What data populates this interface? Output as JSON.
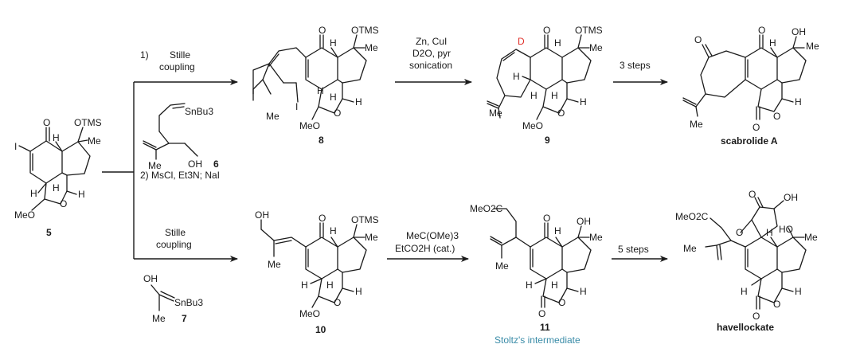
{
  "colors": {
    "ink": "#1a1a1a",
    "deuterium": "#e0312b",
    "note": "#3a8ca8"
  },
  "compounds": {
    "c5": {
      "label": "5",
      "atoms": {
        "iodo": "I",
        "keto": "O",
        "h1": "H",
        "otms": "OTMS",
        "me": "Me",
        "h2": "H",
        "h3": "H",
        "h4": "H",
        "o": "O",
        "meo": "MeO"
      }
    },
    "c6": {
      "label": "6",
      "atoms": {
        "snbu3": "SnBu3",
        "me": "Me",
        "oh": "OH"
      }
    },
    "c7": {
      "label": "7",
      "atoms": {
        "oh": "OH",
        "snbu3": "SnBu3",
        "me": "Me"
      }
    },
    "c8": {
      "label": "8",
      "atoms": {
        "keto": "O",
        "h1": "H",
        "otms": "OTMS",
        "me": "Me",
        "me2": "Me",
        "iodo": "I",
        "h2": "H",
        "h3": "H",
        "h4": "H",
        "o": "O",
        "meo": "MeO"
      }
    },
    "c9": {
      "label": "9",
      "atoms": {
        "d": "D",
        "keto": "O",
        "h1": "H",
        "otms": "OTMS",
        "me": "Me",
        "me2": "Me",
        "h2": "H",
        "h3": "H",
        "h4": "H",
        "h5": "H",
        "o": "O",
        "meo": "MeO"
      }
    },
    "c10": {
      "label": "10",
      "atoms": {
        "oh": "OH",
        "keto": "O",
        "h1": "H",
        "otms": "OTMS",
        "me": "Me",
        "me2": "Me",
        "h2": "H",
        "h3": "H",
        "h4": "H",
        "o": "O",
        "meo": "MeO"
      }
    },
    "c11": {
      "label": "11",
      "note": "Stoltz's intermediate",
      "atoms": {
        "meo2c": "MeO2C",
        "keto": "O",
        "h1": "H",
        "oh": "OH",
        "me": "Me",
        "me2": "Me",
        "h2": "H",
        "h3": "H",
        "h4": "H",
        "o": "O",
        "o2": "O"
      }
    },
    "scab": {
      "label": "scabrolide A",
      "atoms": {
        "keto1": "O",
        "keto2": "O",
        "h1": "H",
        "oh": "OH",
        "me": "Me",
        "me2": "Me",
        "h2": "H",
        "o": "O",
        "o2": "O"
      }
    },
    "hav": {
      "label": "havellockate",
      "atoms": {
        "meo2c": "MeO2C",
        "o1": "O",
        "o2": "O",
        "oh": "OH",
        "h1": "H",
        "ho": "HO",
        "me": "Me",
        "me2": "Me",
        "h2": "H",
        "h3": "H",
        "o3": "O",
        "o4": "O"
      }
    }
  },
  "steps": {
    "top_step1_num": "1)",
    "top_step1": [
      "Stille",
      "coupling"
    ],
    "top_step2": "2) MsCl, Et3N; NaI",
    "bottom_step": [
      "Stille",
      "coupling"
    ],
    "step_8_9": [
      "Zn, CuI",
      "D2O, pyr",
      "sonication"
    ],
    "step_9_scab": "3 steps",
    "step_10_11": [
      "MeC(OMe)3",
      "EtCO2H (cat.)"
    ],
    "step_11_hav": "5 steps"
  }
}
